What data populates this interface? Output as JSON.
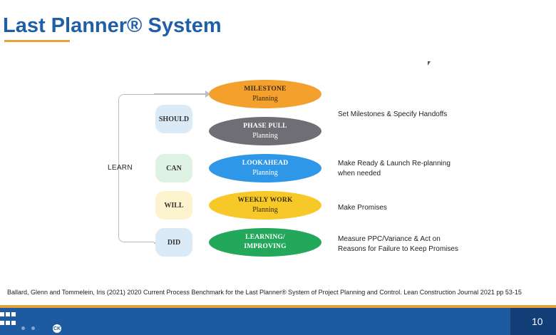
{
  "slide": {
    "title": "Last Planner® System",
    "page_number": "10",
    "citation": "Ballard, Glenn and Tommelein, Iris (2021) 2020 Current Process Benchmark for the Last Planner® System of Project Planning and Control. Lean Construction Journal 2021 pp 53-15"
  },
  "diagram": {
    "learn_label": "LEARN",
    "commitments": [
      {
        "label": "SHOULD",
        "color": "#dbeaf7"
      },
      {
        "label": "CAN",
        "color": "#dff3e4"
      },
      {
        "label": "WILL",
        "color": "#fdf3cf"
      },
      {
        "label": "DID",
        "color": "#dbeaf7"
      }
    ],
    "stages": [
      {
        "title": "MILESTONE",
        "subtitle": "Planning",
        "color": "#f3a12c"
      },
      {
        "title": "PHASE PULL",
        "subtitle": "Planning",
        "color": "#6f6e74"
      },
      {
        "title": "LOOKAHEAD",
        "subtitle": "Planning",
        "color": "#2f97e8"
      },
      {
        "title": "WEEKLY WORK",
        "subtitle": "Planning",
        "color": "#f6c929"
      },
      {
        "title": "LEARNING/",
        "subtitle": "IMPROVING",
        "color": "#22a75b"
      }
    ],
    "descriptions": [
      {
        "line1": "Set Milestones & Specify Handoffs",
        "line2": ""
      },
      {
        "line1": "Make Ready & Launch Re-planning",
        "line2": "when needed"
      },
      {
        "line1": "Make Promises",
        "line2": ""
      },
      {
        "line1": "Measure PPC/Variance & Act on",
        "line2": "Reasons for Failure to Keep Promises"
      }
    ]
  },
  "colors": {
    "title_blue": "#1f5fa8",
    "accent_gold": "#e3a13b",
    "footer_blue": "#1e5aa0"
  },
  "footer": {
    "badge_text": "CK"
  }
}
